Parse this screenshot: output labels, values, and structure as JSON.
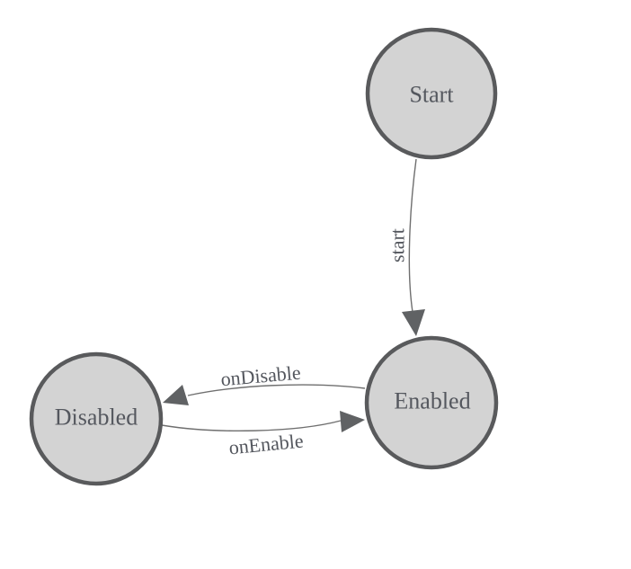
{
  "diagram": {
    "kind": "state-machine",
    "nodes": [
      {
        "id": "start",
        "label": "Start"
      },
      {
        "id": "enabled",
        "label": "Enabled"
      },
      {
        "id": "disabled",
        "label": "Disabled"
      }
    ],
    "edges": [
      {
        "id": "start-transition",
        "label": "start",
        "from": "Start",
        "to": "Enabled"
      },
      {
        "id": "ondisable-transition",
        "label": "onDisable",
        "from": "Enabled",
        "to": "Disabled"
      },
      {
        "id": "onenable-transition",
        "label": "onEnable",
        "from": "Disabled",
        "to": "Enabled"
      }
    ],
    "colors": {
      "node_fill": "#d3d3d3",
      "node_stroke": "#595a5c",
      "edge_stroke": "#6f6f6f",
      "arrow_fill": "#606264",
      "text": "#54575e",
      "background": "#ffffff"
    }
  }
}
